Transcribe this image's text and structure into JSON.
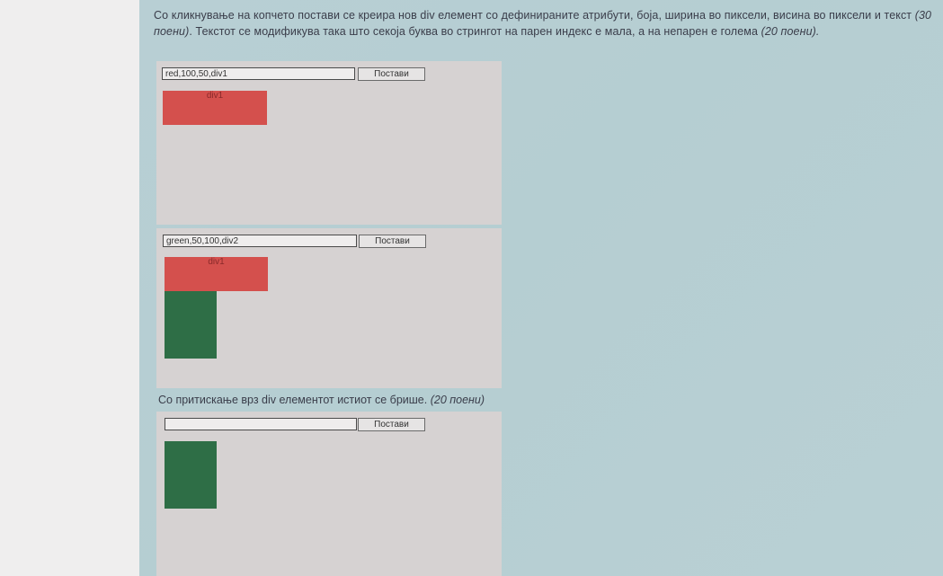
{
  "intro": {
    "text": "Со кликнување на копчето постави се креира нов div елемент со дефинираните атрибути, боја, ширина во пиксели, висина во пиксели и текст",
    "points1": "(30 поени)",
    "text2": "Текстот се модификува така што секоја буква во стрингот на парен индекс е мала, а на непарен е голема",
    "points2": "(20 поени)."
  },
  "demo1": {
    "input_value": "red,100,50,div1",
    "button_label": "Постави",
    "boxes": [
      {
        "label": "div1",
        "color": "#d4504d"
      }
    ]
  },
  "demo2": {
    "input_value": "green,50,100,div2",
    "button_label": "Постави",
    "boxes": [
      {
        "label": "div1",
        "color": "#d4504d"
      },
      {
        "label": "",
        "color": "#2e6e46"
      }
    ]
  },
  "section2": {
    "text": "Со притискање врз div елементот истиот се брише.",
    "points": "(20 поени)"
  },
  "demo3": {
    "input_value": "",
    "button_label": "Постави",
    "boxes": [
      {
        "label": "",
        "color": "#2e6e46"
      }
    ]
  }
}
